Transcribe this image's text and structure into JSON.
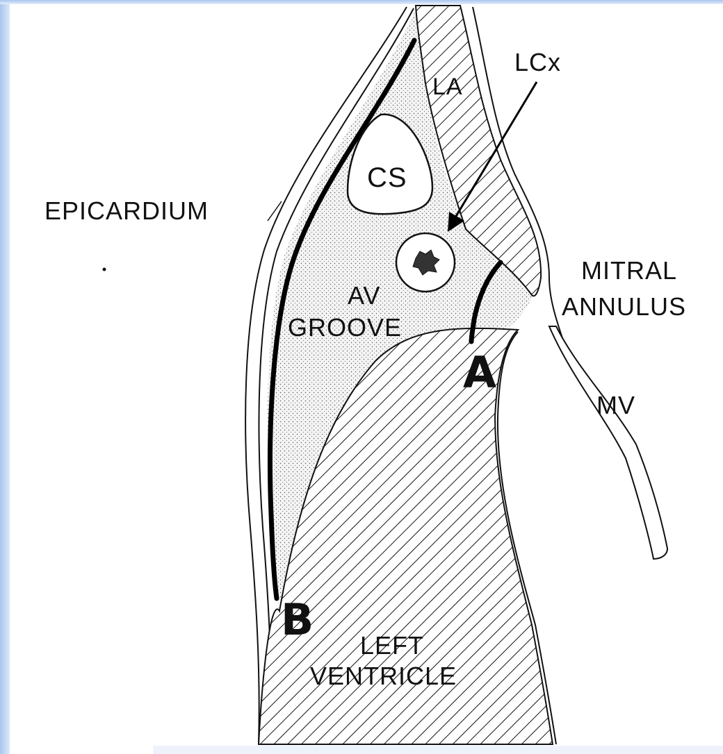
{
  "labels": {
    "la": "LA",
    "lcx": "LCx",
    "cs": "CS",
    "epicardium": "EPICARDIUM",
    "mitral": "MITRAL",
    "annulus": "ANNULUS",
    "av": "AV",
    "groove": "GROOVE",
    "point_a": "A",
    "mv": "MV",
    "point_b": "B",
    "left": "LEFT",
    "ventricle": "VENTRICLE"
  }
}
